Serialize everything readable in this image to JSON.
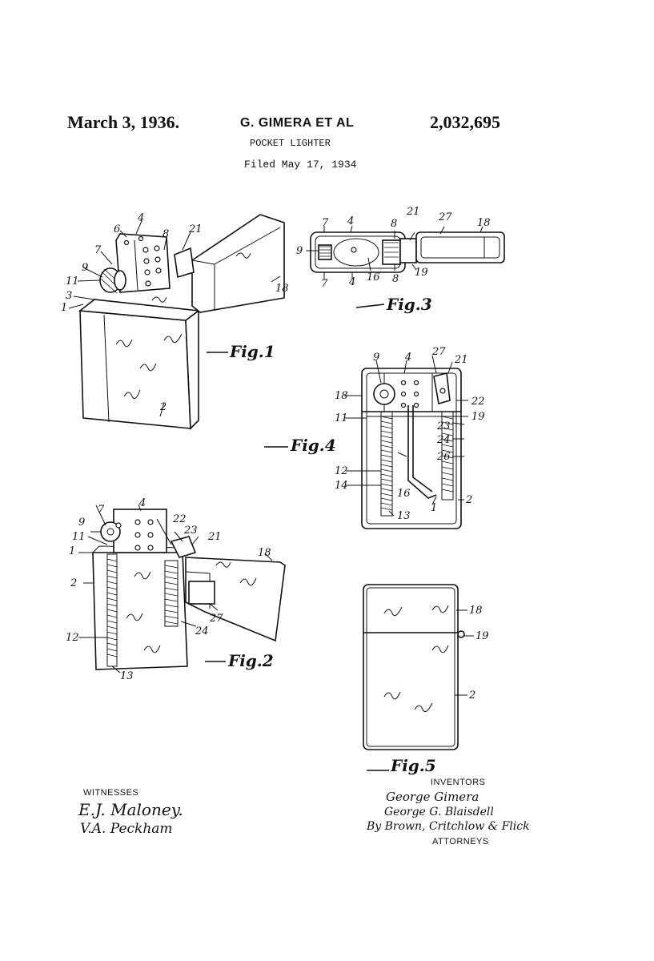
{
  "header": {
    "date": "March 3, 1936.",
    "inventors": "G. GIMERA ET AL",
    "patent_number": "2,032,695",
    "title": "POCKET LIGHTER",
    "filed": "Filed May 17, 1934"
  },
  "figures": {
    "fig1": "Fig.1",
    "fig2": "Fig.2",
    "fig3": "Fig.3",
    "fig4": "Fig.4",
    "fig5": "Fig.5"
  },
  "fig1_labels": [
    "6",
    "4",
    "8",
    "21",
    "7",
    "9",
    "11",
    "3",
    "1",
    "18",
    "2"
  ],
  "fig2_labels": [
    "7",
    "4",
    "22",
    "9",
    "23",
    "21",
    "11",
    "1",
    "18",
    "2",
    "27",
    "24",
    "12",
    "13"
  ],
  "fig3_labels": [
    "7",
    "4",
    "8",
    "21",
    "27",
    "18",
    "9",
    "7",
    "4",
    "16",
    "8",
    "19"
  ],
  "fig4_labels": [
    "9",
    "4",
    "27",
    "21",
    "18",
    "22",
    "11",
    "23",
    "19",
    "24",
    "26",
    "12",
    "14",
    "16",
    "1",
    "2",
    "13"
  ],
  "fig5_labels": [
    "18",
    "19",
    "2"
  ],
  "footer": {
    "witnesses_label": "WITNESSES",
    "witness_1": "E.J. Maloney.",
    "witness_2": "V.A. Peckham",
    "inventors_label": "INVENTORS",
    "inventor_1": "George Gimera",
    "inventor_2": "George G. Blaisdell",
    "attorneys_sig": "By Brown, Critchlow & Flick",
    "attorneys_label": "ATTORNEYS"
  }
}
